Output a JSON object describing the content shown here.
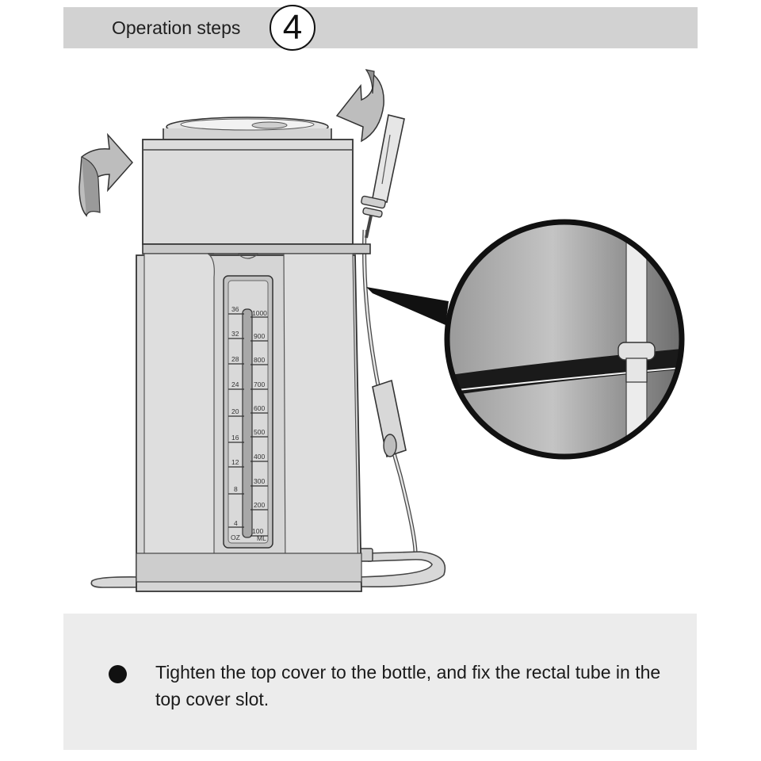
{
  "header": {
    "title": "Operation steps",
    "step_number": "4"
  },
  "gauge": {
    "oz_unit": "OZ",
    "ml_unit": "ML",
    "marks": [
      {
        "oz": "36",
        "ml": "1000"
      },
      {
        "oz": "32",
        "ml": "900"
      },
      {
        "oz": "28",
        "ml": "800"
      },
      {
        "oz": "24",
        "ml": "700"
      },
      {
        "oz": "20",
        "ml": "600"
      },
      {
        "oz": "16",
        "ml": "500"
      },
      {
        "oz": "12",
        "ml": "400"
      },
      {
        "oz": "8",
        "ml": "300"
      },
      {
        "oz": "",
        "ml": "200"
      },
      {
        "oz": "4",
        "ml": "100"
      }
    ]
  },
  "instruction": {
    "text": "Tighten the top cover to the bottle, and fix the rectal tube in the top cover slot."
  }
}
